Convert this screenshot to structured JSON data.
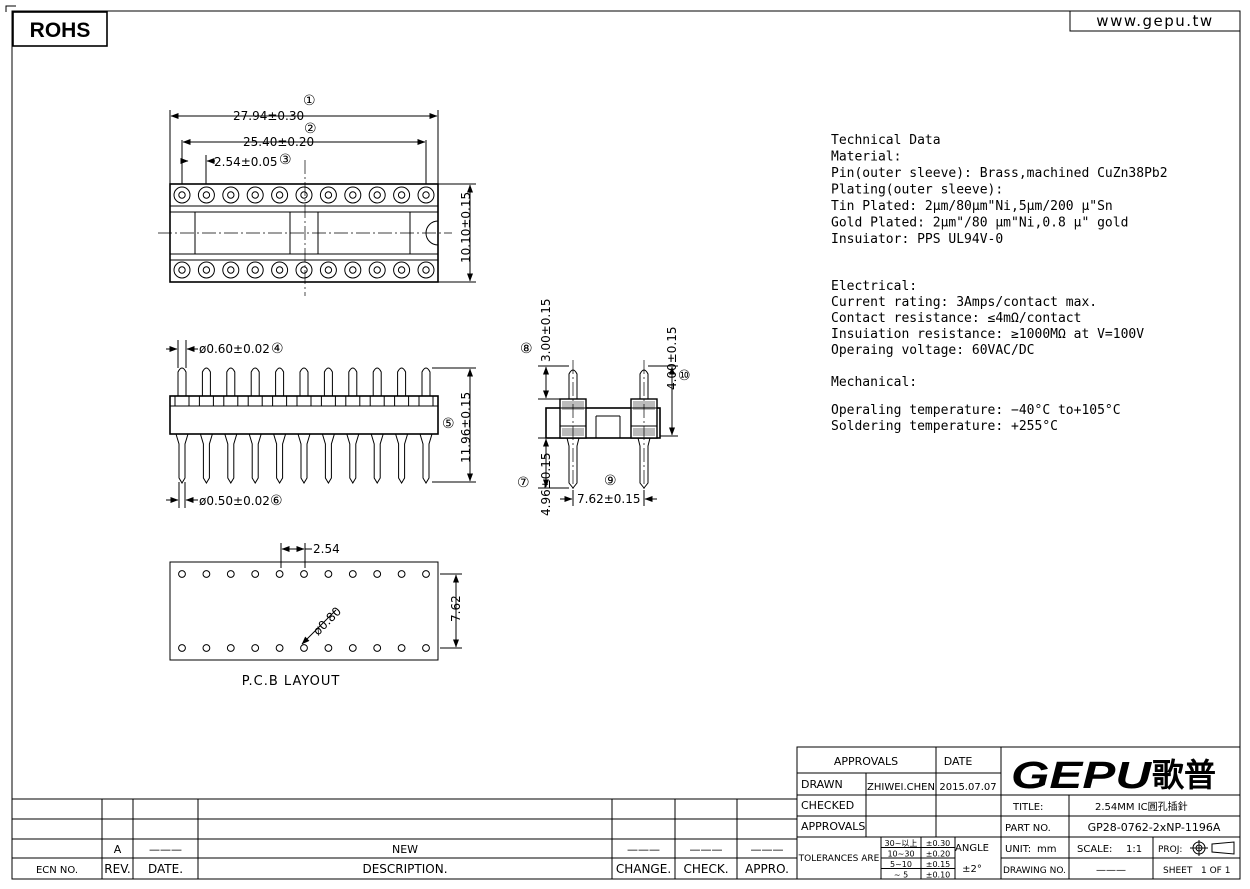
{
  "header": {
    "rohs": "ROHS",
    "website": "www.gepu.tw"
  },
  "top_view": {
    "dim_1": "27.94±0.30",
    "dim_2": "25.40±0.20",
    "dim_3": "2.54±0.05",
    "dim_width": "10.10±0.15",
    "pins_per_row": 11,
    "call_1": "①",
    "call_2": "②",
    "call_3": "③"
  },
  "side_view": {
    "dim_4": "ø0.60±0.02",
    "dim_5": "11.96±0.15",
    "dim_6": "ø0.50±0.02",
    "call_4": "④",
    "call_5": "⑤",
    "call_6": "⑥"
  },
  "end_view": {
    "dim_8": "3.00±0.15",
    "dim_10": "4.00±0.15",
    "dim_7": "4.96±0.15",
    "dim_9": "7.62±0.15",
    "call_7": "⑦",
    "call_8": "⑧",
    "call_9": "⑨",
    "call_10": "⑩"
  },
  "pcb_layout": {
    "pitch": "2.54",
    "row_spacing": "7.62",
    "hole": "ø0.80",
    "title": "P.C.B LAYOUT"
  },
  "technical_data": {
    "lines": [
      "Technical Data",
      "Material:",
      "Pin(outer sleeve): Brass,machined CuZn38Pb2",
      "Plating(outer sleeve):",
      "Tin Plated: 2µm/80µm\"Ni,5µm/200 µ\"Sn",
      "Gold Plated: 2µm\"/80 µm\"Ni,0.8 µ\" gold",
      "Insuiator: PPS UL94V-0"
    ],
    "electrical": [
      "Electrical:",
      "Current rating: 3Amps/contact max.",
      "Contact resistance: ≤4mΩ/contact",
      "Insuiation resistance: ≥1000MΩ at V=100V",
      "Operaing voltage: 60VAC/DC"
    ],
    "mechanical": [
      "Mechanical:",
      "Operaling temperature: −40°C to+105°C",
      "Soldering temperature: +255°C"
    ]
  },
  "revision_block": {
    "row_values": [
      "",
      "A",
      "———",
      "NEW",
      "———",
      "———",
      "———"
    ],
    "headers": [
      "ECN NO.",
      "REV.",
      "DATE.",
      "DESCRIPTION.",
      "CHANGE.",
      "CHECK.",
      "APPRO."
    ]
  },
  "title_block": {
    "approvals_header": "APPROVALS",
    "date_header": "DATE",
    "drawn_label": "DRAWN",
    "drawn_by": "ZHIWEI.CHEN",
    "drawn_date": "2015.07.07",
    "checked_label": "CHECKED",
    "approvals_label": "APPROVALS",
    "tolerances_label": "TOLERANCES ARE",
    "tol_ranges": [
      "30~以上",
      "10~30",
      "5~10",
      "~ 5"
    ],
    "tol_values": [
      "±0.30",
      "±0.20",
      "±0.15",
      "±0.10"
    ],
    "angle_label": "ANGLE",
    "angle_value": "±2°",
    "logo_text": "GEPU",
    "logo_cjk": "歌普",
    "title_label": "TITLE:",
    "title_value": "2.54MM IC圓孔插針",
    "part_label": "PART NO.",
    "part_value": "GP28-0762-2xNP-1196A",
    "unit_label": "UNIT:",
    "unit_value": "mm",
    "scale_label": "SCALE:",
    "scale_value": "1:1",
    "proj_label": "PROJ:",
    "drawing_label": "DRAWING NO.",
    "drawing_value": "———",
    "sheet_label": "SHEET",
    "sheet_value": "1 OF 1"
  }
}
